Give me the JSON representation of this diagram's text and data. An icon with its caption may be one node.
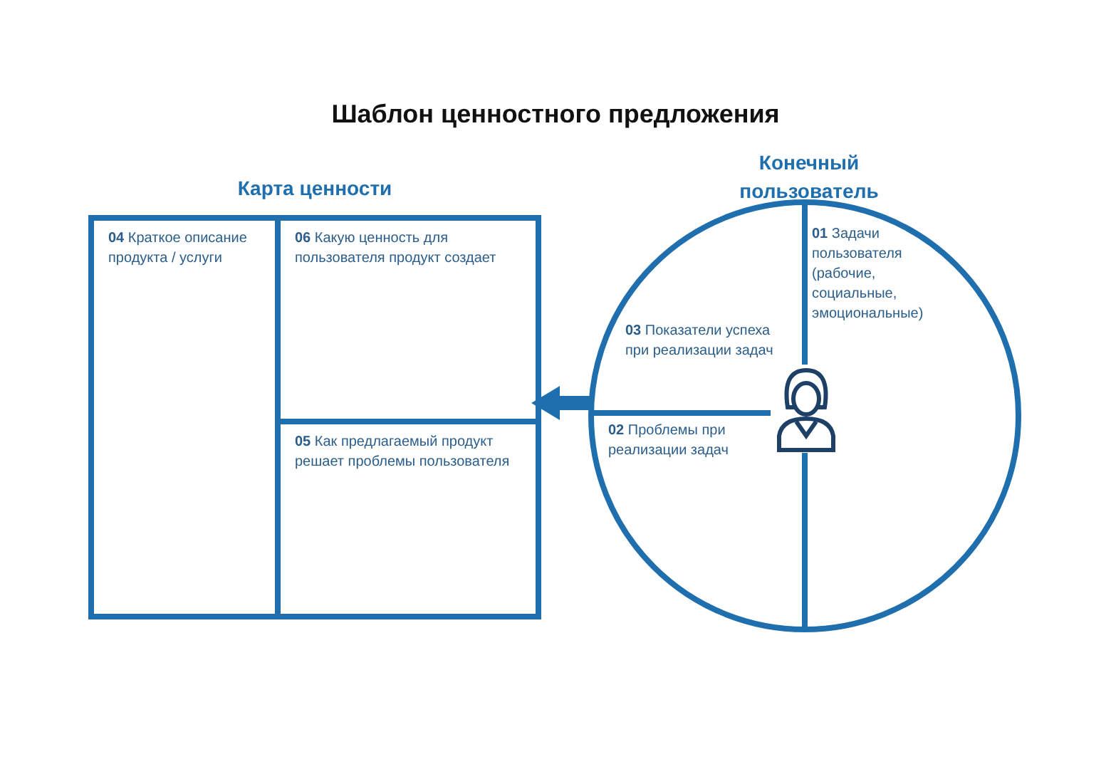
{
  "diagram": {
    "title": "Шаблон ценностного предложения",
    "nodes": [
      {
        "text": [
          "Карта ценности"
        ]
      },
      {
        "text": [
          "**04** Краткое описание продукта / услуги"
        ],
        "in": 0
      },
      {
        "text": [
          "**06** Какую ценность для пользователя продукт создает"
        ],
        "in": 0
      },
      {
        "text": [
          "**05** Как предлагаемый продукт решает проблемы пользователя"
        ],
        "in": 0
      },
      {
        "text": [
          "Конечный пользователь"
        ]
      },
      {
        "text": [
          "**01** Задачи пользователя (рабочие, социальные, эмоциональные)"
        ],
        "in": 4
      },
      {
        "text": [
          "**03** Показатели успеха при реализации задач"
        ],
        "in": 4
      },
      {
        "text": [
          "**02** Проблемы при реализации задач"
        ],
        "in": 4
      }
    ],
    "edges": [
      {
        "from": 4,
        "to": 0,
        "arrow": "to"
      }
    ]
  }
}
